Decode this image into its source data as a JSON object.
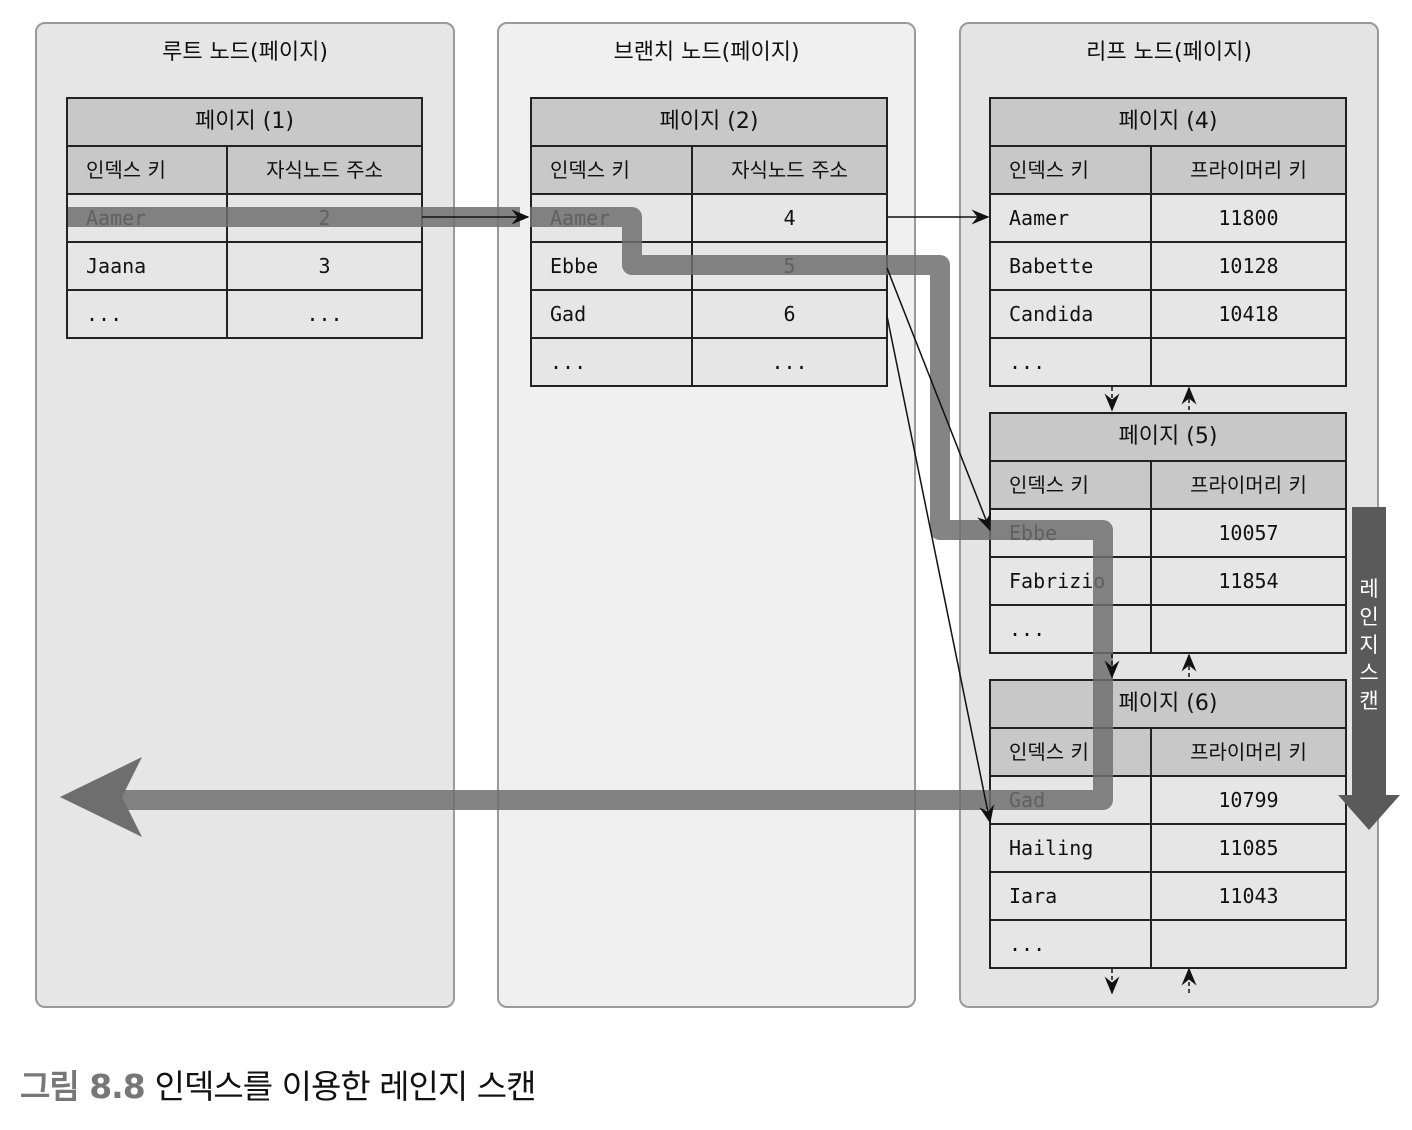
{
  "panels": [
    {
      "title": "루트 노드(페이지)"
    },
    {
      "title": "브랜치 노드(페이지)"
    },
    {
      "title": "리프 노드(페이지)"
    }
  ],
  "pages": [
    {
      "id": "page1",
      "title": "페이지 (1)",
      "columns": [
        "인덱스 키",
        "자식노드 주소"
      ],
      "rows": [
        [
          "Aamer",
          "2"
        ],
        [
          "Jaana",
          "3"
        ],
        [
          "...",
          "..."
        ]
      ]
    },
    {
      "id": "page2",
      "title": "페이지 (2)",
      "columns": [
        "인덱스 키",
        "자식노드 주소"
      ],
      "rows": [
        [
          "Aamer",
          "4"
        ],
        [
          "Ebbe",
          "5"
        ],
        [
          "Gad",
          "6"
        ],
        [
          "...",
          "..."
        ]
      ]
    },
    {
      "id": "page4",
      "title": "페이지 (4)",
      "columns": [
        "인덱스 키",
        "프라이머리 키"
      ],
      "rows": [
        [
          "Aamer",
          "11800"
        ],
        [
          "Babette",
          "10128"
        ],
        [
          "Candida",
          "10418"
        ],
        [
          "...",
          ""
        ]
      ]
    },
    {
      "id": "page5",
      "title": "페이지 (5)",
      "columns": [
        "인덱스 키",
        "프라이머리 키"
      ],
      "rows": [
        [
          "Ebbe",
          "10057"
        ],
        [
          "Fabrizio",
          "11854"
        ],
        [
          "...",
          ""
        ]
      ]
    },
    {
      "id": "page6",
      "title": "페이지 (6)",
      "columns": [
        "인덱스 키",
        "프라이머리 키"
      ],
      "rows": [
        [
          "Gad",
          "10799"
        ],
        [
          "Hailing",
          "11085"
        ],
        [
          "Iara",
          "11043"
        ],
        [
          "...",
          ""
        ]
      ]
    }
  ],
  "range_scan_label": "레인지 스캔",
  "caption": {
    "number": "그림 8.8",
    "text": "인덱스를 이용한 레인지 스캔"
  },
  "colors": {
    "path": "#6e6e6e",
    "scan_arrow": "#5a5a5a",
    "header": "#c8c8c8"
  }
}
